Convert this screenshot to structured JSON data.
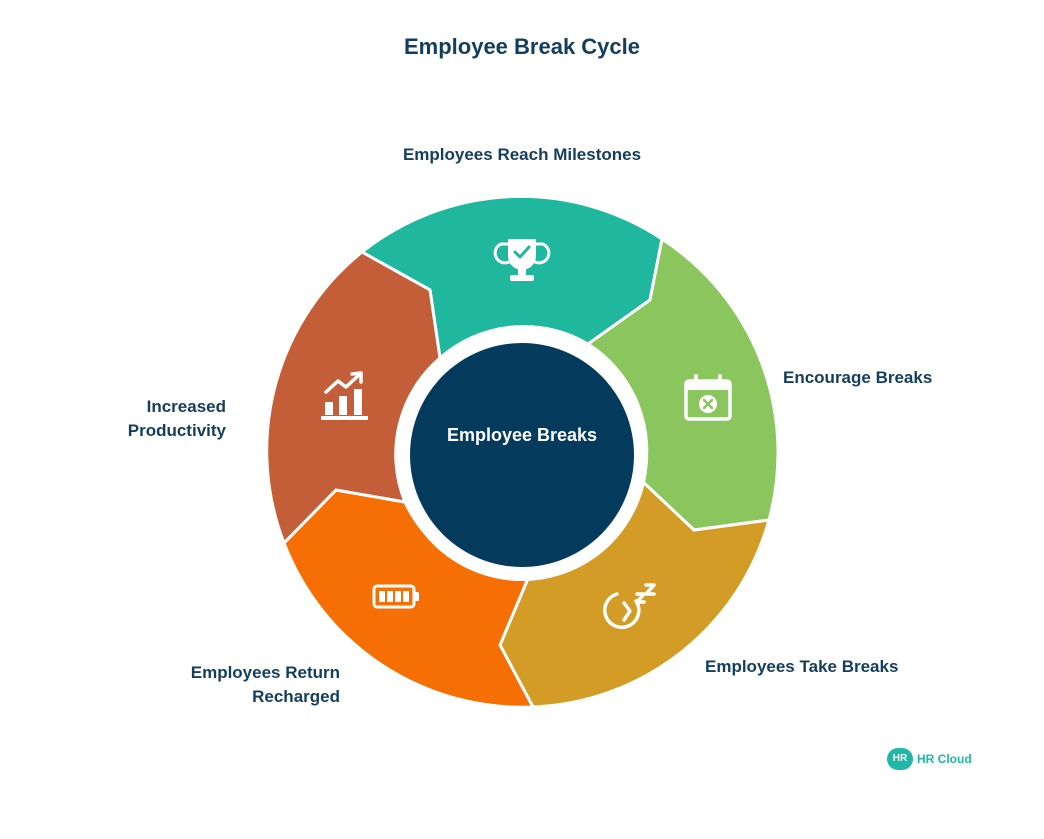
{
  "title": "Employee Break Cycle",
  "center": {
    "label": "Employee Breaks",
    "color": "#043b5c"
  },
  "segments": [
    {
      "label_lines": [
        "Employees Reach Milestones"
      ],
      "icon": "trophy-icon",
      "color": "#1fb89f"
    },
    {
      "label_lines": [
        "Encourage Breaks"
      ],
      "icon": "calendar-cancel-icon",
      "color": "#8bc55e"
    },
    {
      "label_lines": [
        "Employees Take Breaks"
      ],
      "icon": "sleep-clock-icon",
      "color": "#d29c26"
    },
    {
      "label_lines": [
        "Employees Return",
        "Recharged"
      ],
      "icon": "battery-full-icon",
      "color": "#f56f05"
    },
    {
      "label_lines": [
        "Increased",
        "Productivity"
      ],
      "icon": "growth-chart-icon",
      "color": "#c45e38"
    }
  ],
  "logo": {
    "badge": "HR",
    "text": "HR Cloud"
  }
}
